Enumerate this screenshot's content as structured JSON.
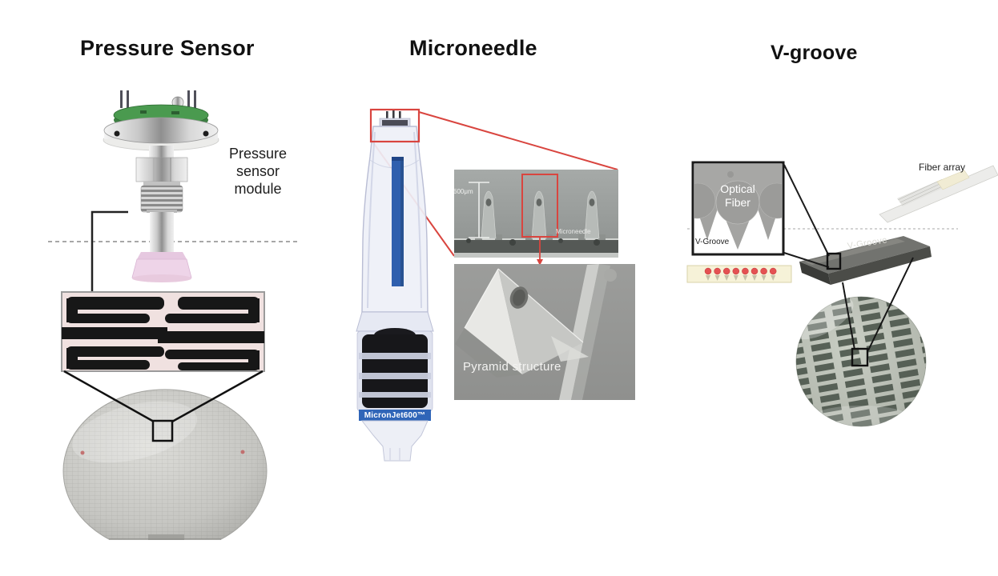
{
  "slide": {
    "background": "#ffffff"
  },
  "colors": {
    "title_text": "#111111",
    "callout_red": "#d9453f",
    "callout_black": "#1b1b1b",
    "dashed_line": "#9a9a9a",
    "chip_background": "#f0e1e0",
    "syringe_plunger_blue": "#2f5fae",
    "brand_band_blue": "#2f65b8",
    "fiber_dot_red": "#e45152",
    "fiber_strip_cream": "#f6f2d8"
  },
  "sections": {
    "pressure_sensor": {
      "title": "Pressure Sensor",
      "module_label": "Pressure sensor module"
    },
    "microneedle": {
      "title": "Microneedle",
      "brand_label": "MicronJet600™",
      "sem_scale_label": "600μm",
      "sem_item_label": "Microneedle",
      "pyramid_label": "Pyramid structure"
    },
    "v_groove": {
      "title": "V-groove",
      "inset_fiber_label": "Optical Fiber",
      "inset_groove_label": "V-Groove",
      "fiber_array_label": "Fiber array",
      "chip_label": "V-Groove"
    }
  }
}
